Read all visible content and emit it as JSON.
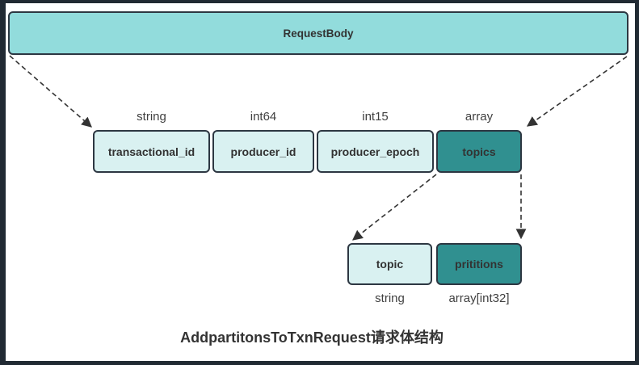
{
  "diagram": {
    "title": "AddpartitonsToTxnRequest请求体结构",
    "root": {
      "label": "RequestBody"
    },
    "fields": [
      {
        "name": "transactional_id",
        "type": "string"
      },
      {
        "name": "producer_id",
        "type": "int64"
      },
      {
        "name": "producer_epoch",
        "type": "int15"
      },
      {
        "name": "topics",
        "type": "array"
      }
    ],
    "topic_children": [
      {
        "name": "topic",
        "type": "string"
      },
      {
        "name": "prititions",
        "type": "array[int32]"
      }
    ],
    "colors": {
      "frame_background": "#212a33",
      "canvas_background": "#ffffff",
      "root_fill": "#92dcdc",
      "field_fill_light": "#d9f1f1",
      "field_fill_dark": "#309090",
      "node_border": "#2d3742",
      "arrow": "#333333",
      "text": "#333333"
    }
  }
}
